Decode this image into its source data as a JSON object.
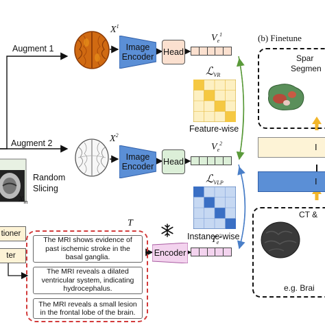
{
  "labels": {
    "augment1": "Augment 1",
    "augment2": "Augment 2",
    "random_slicing": "Random\nSlicing",
    "feature_wise": "Feature-wise",
    "instance_wise": "Instance-wise",
    "finetune": "(b) Finetune",
    "spar": "Spar",
    "segmen": "Segmen",
    "ct_and": "CT &",
    "eg_brai": "e.g. Brai",
    "tioner": "tioner",
    "ter": "ter",
    "in_top": "I",
    "in_bottom": "I"
  },
  "math": {
    "x1": "X",
    "x1_sup": "1",
    "x2": "X",
    "x2_sup": "2",
    "xin": "X",
    "xin_sub": "in",
    "ve1": "V",
    "ve1_sub": "e",
    "ve1_sup": "1",
    "ve2": "V",
    "ve2_sub": "e",
    "ve2_sup": "2",
    "te2": "T",
    "te2_sub": "e",
    "te2_sup": "2",
    "lvr": "ℒ",
    "lvr_sub": "VR",
    "lvlp": "ℒ",
    "lvlp_sub": "VLP",
    "t": "T"
  },
  "encoders": {
    "image_encoder_1": "Image\nEncoder",
    "image_encoder_2": "Image\nEncoder",
    "text_encoder": "Encoder",
    "head_1": "Head",
    "head_2": "Head"
  },
  "texts": [
    "The MRI shows evidence of past ischemic stroke in the basal ganglia.",
    "The MRI reveals a dilated ventricular system, indicating hydrocephalus.",
    "The MRI reveals a small lesion in the frontal lobe of the brain."
  ],
  "icons": {
    "snowflake": "snowflake-icon",
    "brain_orange": "brain-render-icon",
    "brain_wire": "brain-wireframe-icon",
    "brain_slice": "mri-slice-icon",
    "brain_dark": "brain-dark-icon",
    "tumor": "tumor-render-icon"
  },
  "colors": {
    "image_encoder": "#5b8fd6",
    "head_orange": "#fbe0cf",
    "head_green": "#dcefd8",
    "vec_orange": "#fbe0cf",
    "vec_green": "#dcefd8",
    "vec_pink": "#f3d3ee",
    "text_encoder": "#f3d3ee",
    "dashed_red": "#d23a3a",
    "matrix_yellow": "#f5c842",
    "matrix_blue": "#3a6fc4",
    "arrow_green": "#5a9a3a",
    "arrow_blue": "#4a7fc8",
    "finetune_blue": "#5b8fd6",
    "finetune_cream": "#fdf3d6",
    "arrow_gold": "#f2b62a"
  }
}
